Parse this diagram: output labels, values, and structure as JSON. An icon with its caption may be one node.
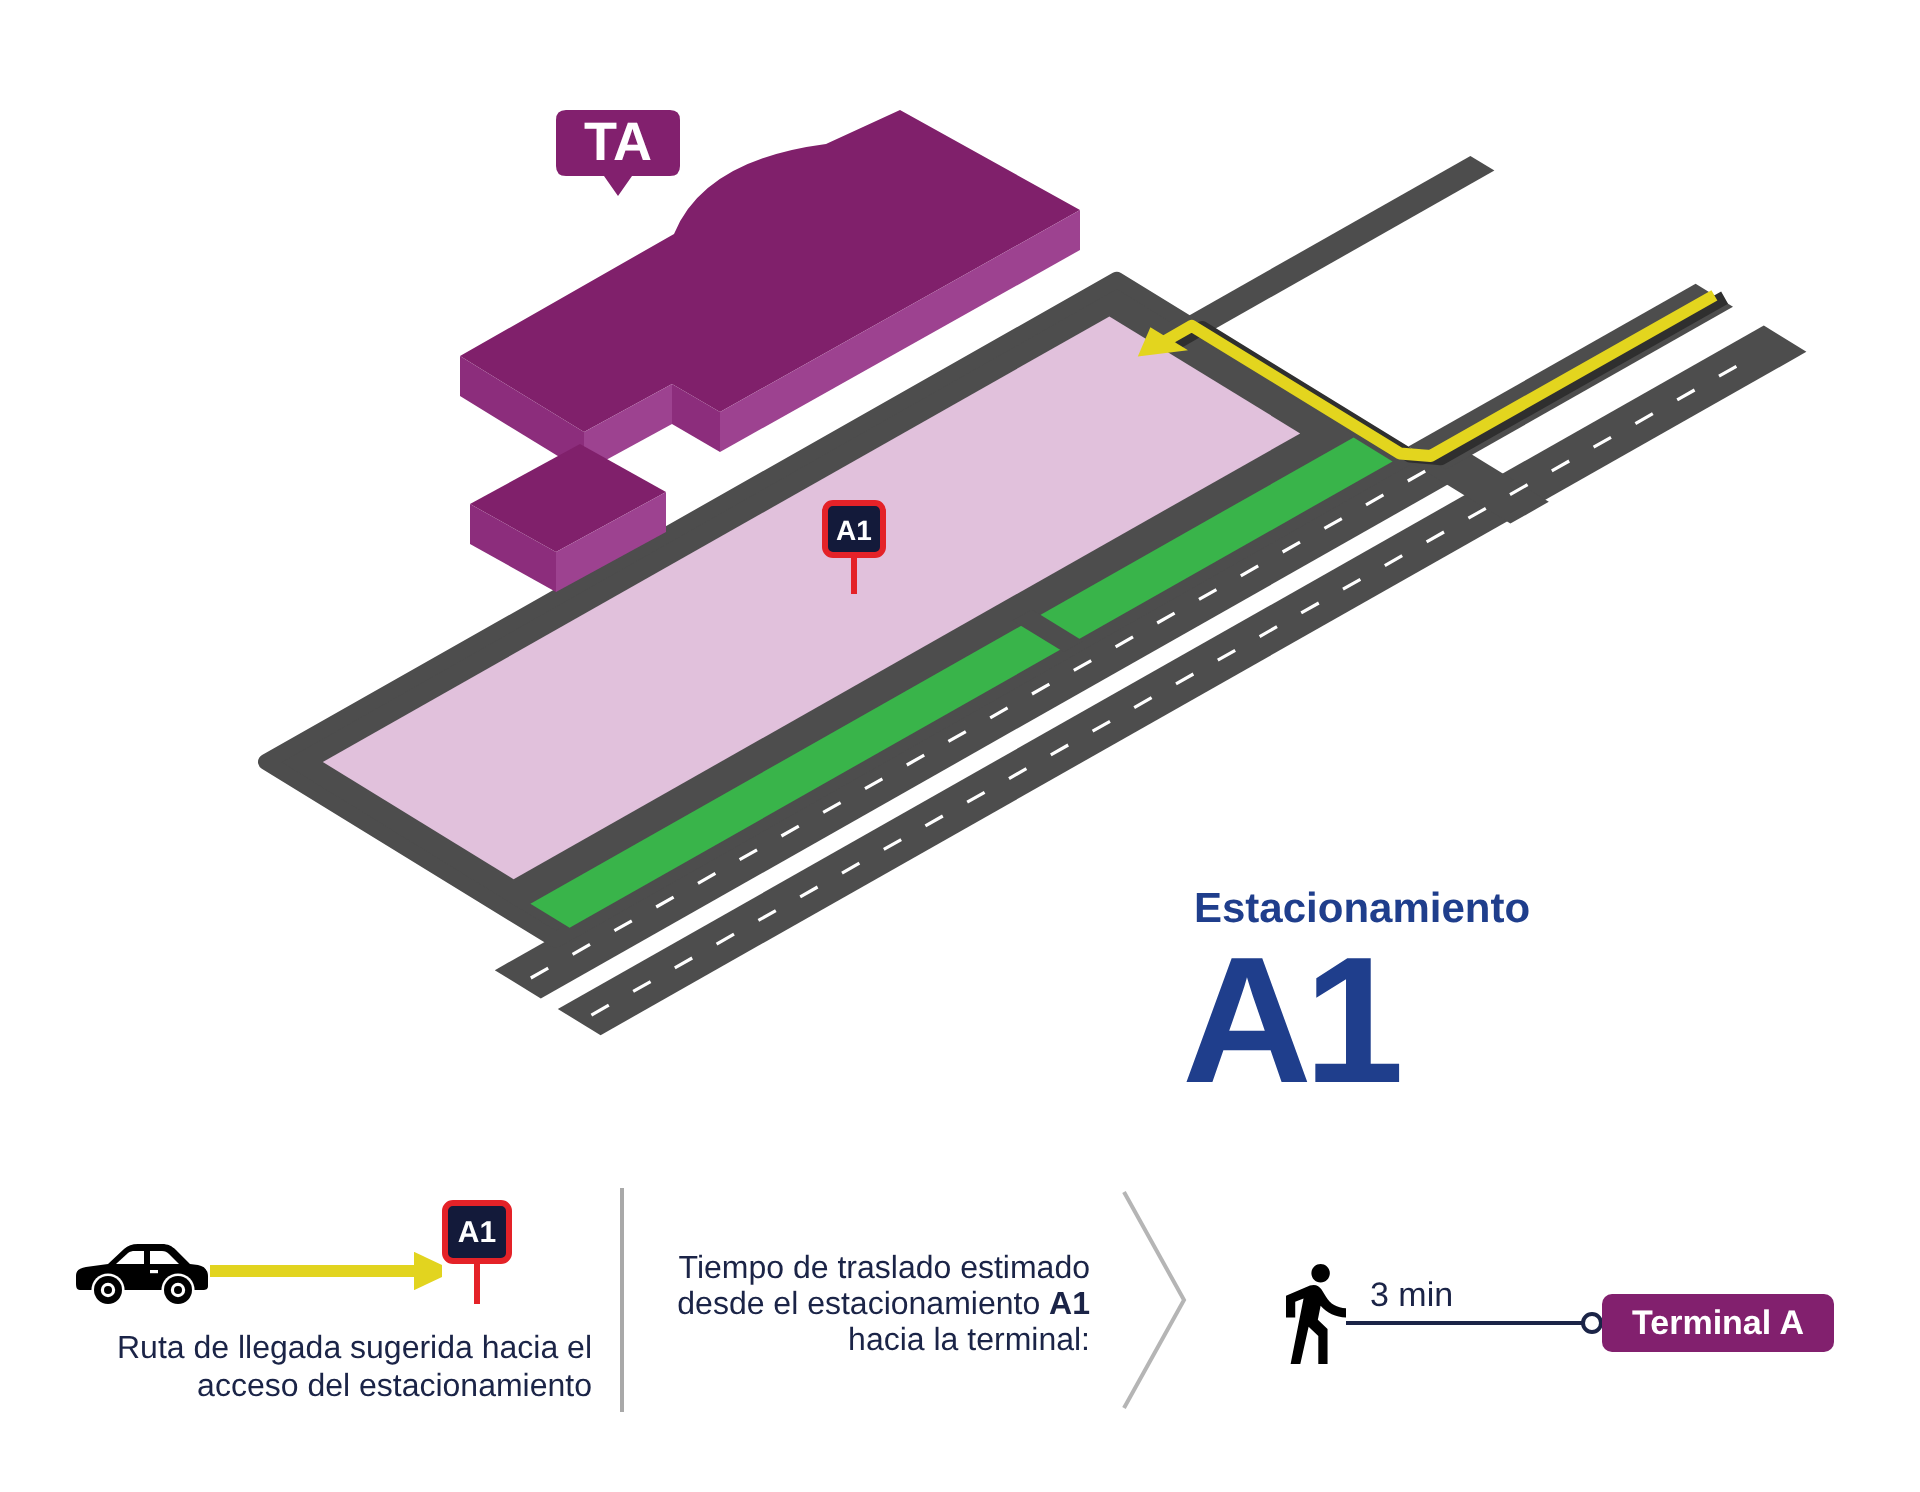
{
  "diagram": {
    "nodes": [
      {
        "text": [
          "TA"
        ]
      },
      {
        "text": [
          "A1"
        ]
      },
      {
        "text": [],
        "shape": "car"
      },
      {
        "text": [
          "A1"
        ]
      },
      {
        "text": [],
        "shape": "person"
      },
      {
        "text": [
          "Terminal A"
        ]
      }
    ],
    "edges": [
      {
        "from": 2,
        "to": 3,
        "arrow": "to",
        "style": "thick",
        "color": "#e2d41f"
      },
      {
        "from": 4,
        "to": 5,
        "arrow": "other",
        "label": "3 min",
        "color": "#1b2447"
      }
    ],
    "labels": [
      "Estacionamiento",
      "A1",
      "Ruta de llegada sugerida hacia el acceso del estacionamiento",
      "Tiempo de traslado estimado desde el estacionamiento **A1** hacia la terminal:"
    ]
  }
}
